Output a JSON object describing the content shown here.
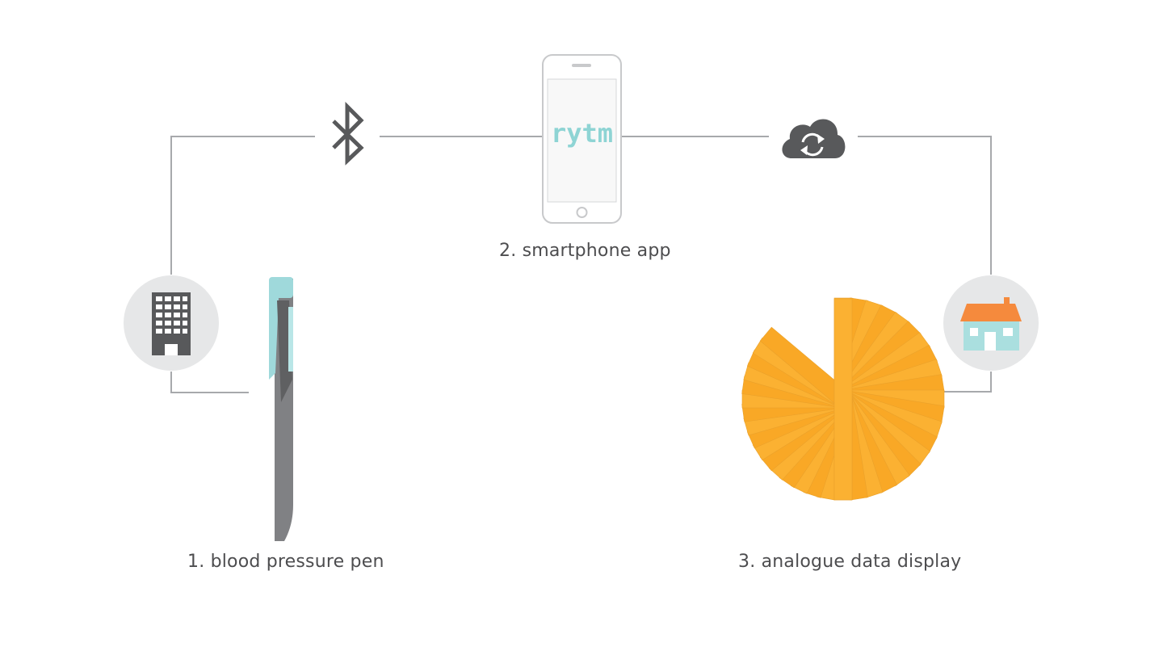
{
  "steps": [
    {
      "label": "1. blood pressure pen"
    },
    {
      "label": "2. smartphone app"
    },
    {
      "label": "3. analogue data display"
    }
  ],
  "app_logo": "rytm",
  "icons": {
    "left_node": "office-building-icon",
    "right_node": "house-icon",
    "link_left": "bluetooth-icon",
    "link_right": "cloud-sync-icon"
  },
  "colors": {
    "line": "#a7a9ac",
    "circle": "#e6e7e8",
    "building": "#58595b",
    "pen_body": "#808184",
    "pen_accent": "#9fd9db",
    "logo": "#8ed4d4",
    "fan": "#fbb132",
    "house_roof": "#f58a3d",
    "house_wall": "#aadfdf"
  }
}
